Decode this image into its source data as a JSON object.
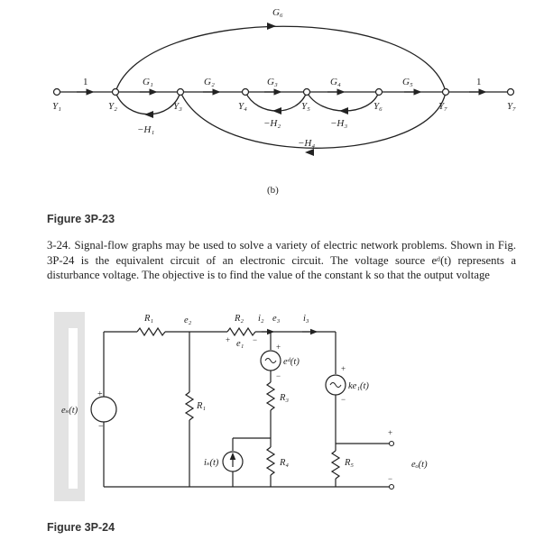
{
  "figure_a": {
    "part_label": "(b)",
    "caption": "Figure 3P-23",
    "nodes": [
      "Y₁",
      "Y₂",
      "Y₃",
      "Y₄",
      "Y₅",
      "Y₆",
      "Y₇",
      "Y₇"
    ],
    "forward_gains": [
      "1",
      "G₁",
      "G₂",
      "G₃",
      "G₄",
      "G₅",
      "1"
    ],
    "top_gain": "G₆",
    "feedback_gains": [
      "−H₁",
      "−H₂",
      "−H₃",
      "−H₄"
    ]
  },
  "problem": {
    "number": "3-24.",
    "text": "Signal-flow graphs may be used to solve a variety of electric network problems. Shown in Fig. 3P-24 is the equivalent circuit of an electronic circuit. The voltage source eᵈ(t) represents a disturbance voltage. The objective is to find the value of the constant k so that the output voltage"
  },
  "figure_b": {
    "caption": "Figure 3P-24",
    "labels": {
      "r1_top": "R₁",
      "e2": "e₂",
      "r2": "R₂",
      "i2": "i₂",
      "e3": "e₃",
      "i3": "i₃",
      "plus_e1": "+",
      "e1": "e₁",
      "minus_e1": "−",
      "ed": "eᵈ(t)",
      "ked": "ke₁(t)",
      "r3": "R₃",
      "r1_vert": "R₁",
      "es": "eₛ(t)",
      "is": "iₛ(t)",
      "r4": "R₄",
      "r5": "R₅",
      "eo": "eₒ(t)"
    }
  }
}
